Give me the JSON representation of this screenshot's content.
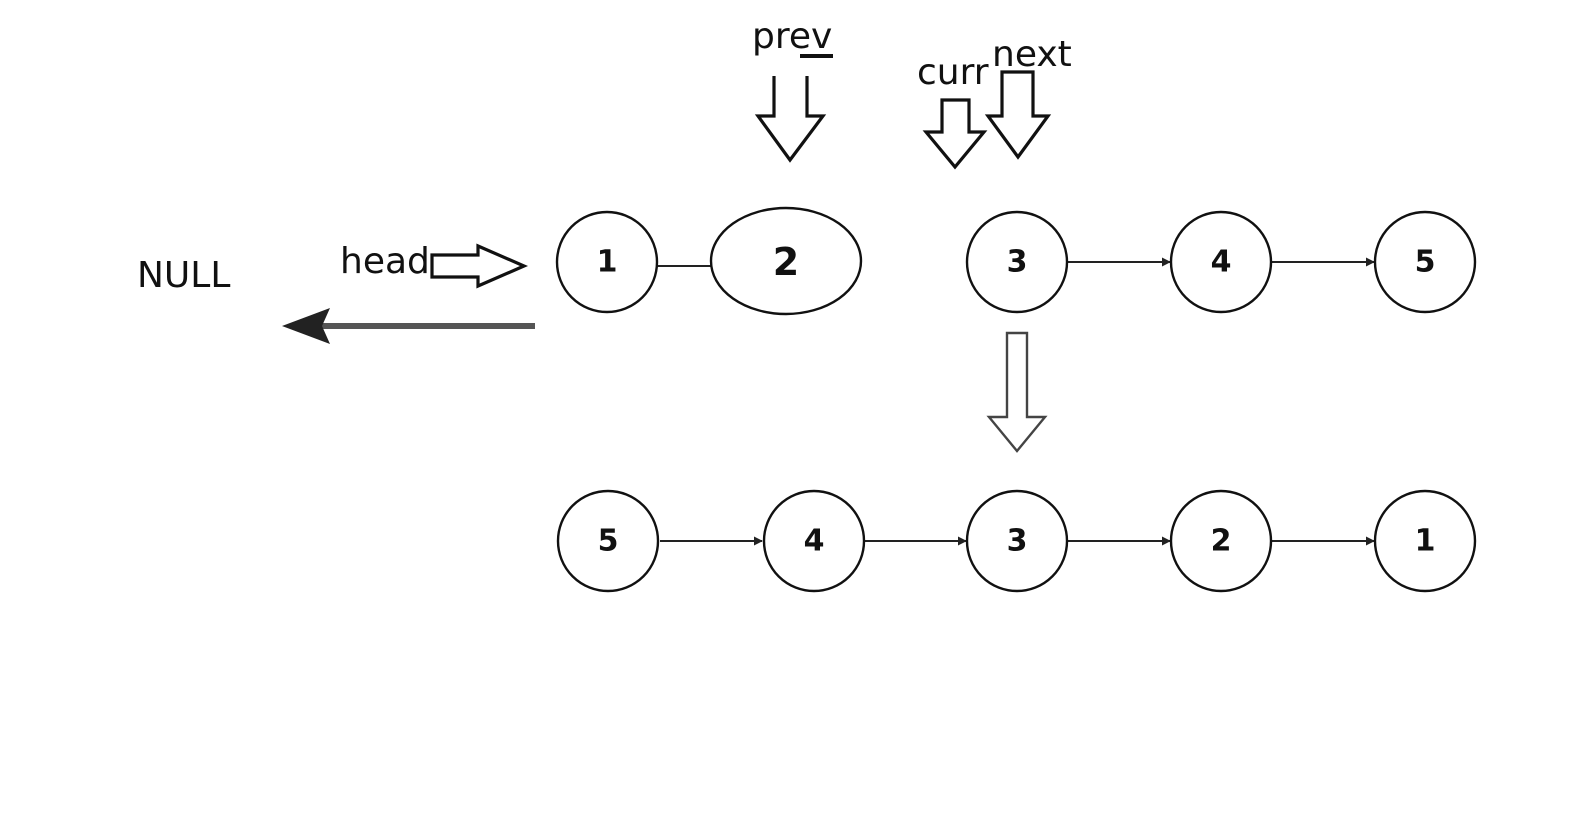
{
  "labels": {
    "null": "NULL",
    "head": "head",
    "prev": "prev",
    "curr": "curr",
    "next": "next"
  },
  "row1": [
    "1",
    "2",
    "3",
    "4",
    "5"
  ],
  "row2": [
    "5",
    "4",
    "3",
    "2",
    "1"
  ],
  "colors": {
    "ink": "#111111",
    "null_arrow": "#555555",
    "background": "#ffffff"
  },
  "icons": [
    "down-hollow-arrow-icon",
    "right-hollow-arrow-icon",
    "left-solid-arrow-icon"
  ]
}
